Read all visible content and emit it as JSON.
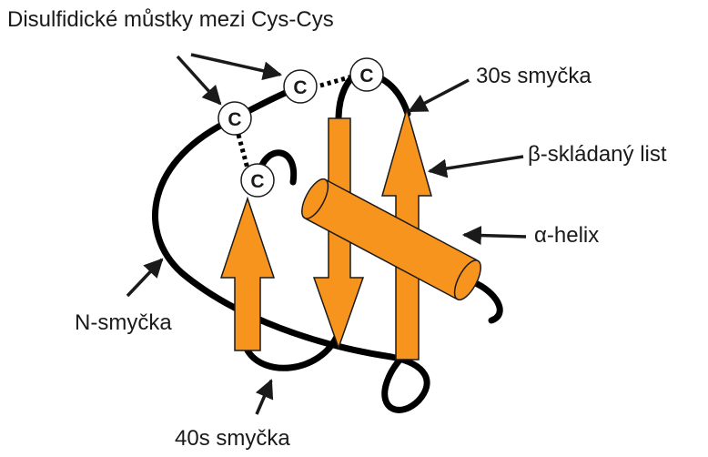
{
  "title": "Disulfidické můstky mezi Cys-Cys",
  "labels": {
    "loop_30s": "30s smyčka",
    "beta_sheet": "β-skládaný list",
    "alpha_helix": "α-helix",
    "n_loop": "N-smyčka",
    "loop_40s": "40s smyčka"
  },
  "cysteine_letter": "C",
  "colors": {
    "strand_fill": "#f7941d",
    "helix_fill": "#f7941d",
    "outline": "#1a1a1a",
    "cys_fill": "#ffffff",
    "backbone": "#000000"
  }
}
